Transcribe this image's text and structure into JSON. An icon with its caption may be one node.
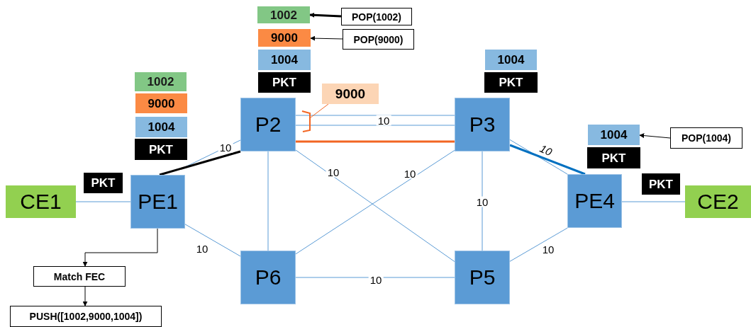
{
  "diagram": {
    "nodes": [
      {
        "text": [
          "CE1"
        ]
      },
      {
        "text": [
          "PE1"
        ]
      },
      {
        "text": [
          "P2"
        ]
      },
      {
        "text": [
          "P3"
        ]
      },
      {
        "text": [
          "PE4"
        ]
      },
      {
        "text": [
          "CE2"
        ]
      },
      {
        "text": [
          "P6"
        ]
      },
      {
        "text": [
          "P5"
        ]
      },
      {
        "text": [
          "Match FEC"
        ]
      },
      {
        "text": [
          "PUSH([1002,9000,1004])"
        ]
      },
      {
        "text": [
          "POP(1002)"
        ]
      },
      {
        "text": [
          "POP(9000)"
        ]
      },
      {
        "text": [
          "POP(1004)"
        ]
      },
      {
        "text": [
          "1002"
        ]
      },
      {
        "text": [
          "9000"
        ]
      },
      {
        "text": [
          "1004"
        ]
      },
      {
        "text": [
          "PKT"
        ]
      },
      {
        "text": [
          "PKT"
        ]
      },
      {
        "text": [
          "1002"
        ]
      },
      {
        "text": [
          "9000"
        ]
      },
      {
        "text": [
          "1004"
        ]
      },
      {
        "text": [
          "PKT"
        ]
      },
      {
        "text": [
          "9000"
        ]
      },
      {
        "text": [
          "1004"
        ]
      },
      {
        "text": [
          "PKT"
        ]
      },
      {
        "text": [
          "1004"
        ]
      },
      {
        "text": [
          "PKT"
        ]
      },
      {
        "text": [
          "PKT"
        ]
      },
      {
        "text": [],
        "shape": "bracket"
      }
    ],
    "edges": [
      {
        "from": 0,
        "to": 1,
        "arrow": "none"
      },
      {
        "from": 1,
        "to": 2,
        "arrow": "none",
        "label": "10"
      },
      {
        "from": 1,
        "to": 6,
        "arrow": "none",
        "label": "10"
      },
      {
        "from": 2,
        "to": 3,
        "arrow": "none",
        "label": "10"
      },
      {
        "from": 2,
        "to": 3,
        "arrow": "none"
      },
      {
        "from": 2,
        "to": 6,
        "arrow": "none"
      },
      {
        "from": 2,
        "to": 7,
        "arrow": "none",
        "label": "10"
      },
      {
        "from": 3,
        "to": 6,
        "arrow": "none",
        "label": "10"
      },
      {
        "from": 3,
        "to": 7,
        "arrow": "none",
        "label": "10"
      },
      {
        "from": 3,
        "to": 4,
        "arrow": "none",
        "label": "10"
      },
      {
        "from": 6,
        "to": 7,
        "arrow": "none",
        "label": "10"
      },
      {
        "from": 7,
        "to": 4,
        "arrow": "none",
        "label": "10"
      },
      {
        "from": 4,
        "to": 5,
        "arrow": "none"
      },
      {
        "from": 1,
        "to": 2,
        "arrow": "none",
        "style": "thick",
        "color": "#000000"
      },
      {
        "from": 2,
        "to": 3,
        "arrow": "none",
        "style": "thick",
        "color": "#f26522"
      },
      {
        "from": 3,
        "to": 4,
        "arrow": "none",
        "style": "thick",
        "color": "#0070c0"
      },
      {
        "from": 1,
        "to": 8,
        "arrow": "to",
        "color": "#000000"
      },
      {
        "from": 8,
        "to": 9,
        "arrow": "to",
        "color": "#000000"
      },
      {
        "from": 10,
        "to": 18,
        "arrow": "to",
        "style": "thick",
        "color": "#000000"
      },
      {
        "from": 11,
        "to": 19,
        "arrow": "to",
        "color": "#000000"
      },
      {
        "from": 12,
        "to": 25,
        "arrow": "to",
        "color": "#000000"
      },
      {
        "from": 22,
        "to": 28,
        "arrow": "none",
        "color": "#f26522"
      }
    ]
  }
}
